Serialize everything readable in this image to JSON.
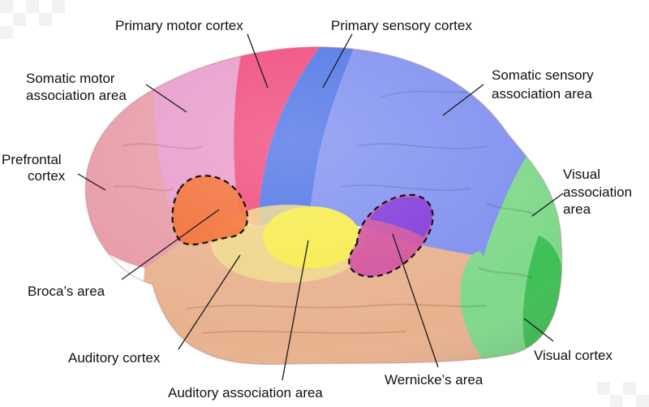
{
  "colors": {
    "prefrontal": "#e79aa6",
    "somatic_motor_association": "#e89bcb",
    "primary_motor": "#f0487c",
    "primary_sensory": "#4e74e6",
    "somatic_sensory_association": "#7f90ef",
    "visual_association": "#7fd98a",
    "visual_cortex": "#3fbf55",
    "temporal": "#e8b28e",
    "auditory": "#f6ec4e",
    "auditory_association": "#f0d98a",
    "broca": "#f26a2a",
    "wernicke": "#cf4a9c",
    "wernicke_upper": "#7a36df"
  },
  "labels": {
    "primary_motor": "Primary motor cortex",
    "primary_sensory": "Primary sensory cortex",
    "somatic_motor_1": "Somatic motor",
    "somatic_motor_2": "association area",
    "somatic_sensory_1": "Somatic sensory",
    "somatic_sensory_2": "association area",
    "prefrontal_1": "Prefrontal",
    "prefrontal_2": "cortex",
    "visual_assoc_1": "Visual",
    "visual_assoc_2": "association",
    "visual_assoc_3": "area",
    "broca": "Broca’s area",
    "auditory": "Auditory cortex",
    "auditory_assoc": "Auditory association area",
    "wernicke": "Wernicke’s area",
    "visual_cortex": "Visual cortex"
  }
}
